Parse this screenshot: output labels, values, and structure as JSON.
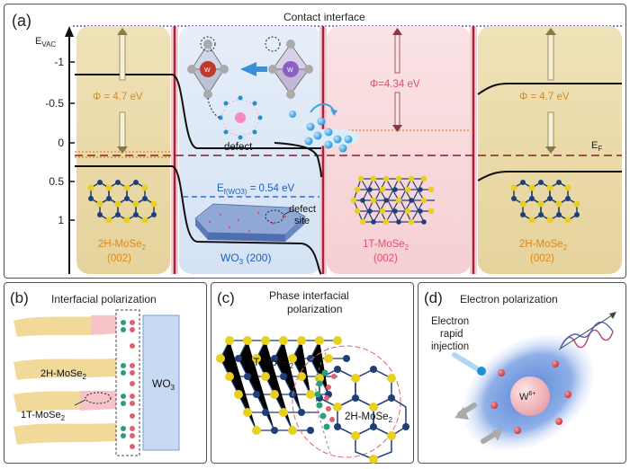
{
  "panel_a": {
    "label": "(a)",
    "contact_interface": "Contact interface",
    "evac": "E",
    "evac_sub": "VAC",
    "ticks": [
      "-1",
      "-0.5",
      "0",
      "0.5",
      "1"
    ],
    "ef": "E",
    "ef_sub": "F",
    "phi_left": "Φ = 4.7 eV",
    "phi_mid": "Φ=4.34 eV",
    "phi_right": "Φ = 4.7 eV",
    "defect": "defect",
    "w_label": "W",
    "ef_wo3": "E",
    "ef_wo3_sub": "f(WO3)",
    "ef_wo3_val": " = 0.54 eV",
    "defect_site_1": "defect",
    "defect_site_2": "site",
    "mat_left_1": "2H-MoSe",
    "mat_left_2": "(002)",
    "mat_wo3": "WO",
    "mat_wo3_b": "  (200)",
    "mat_mid_1": "1T-MoSe",
    "mat_mid_2": "(002)",
    "mat_right_1": "2H-MoSe",
    "mat_right_2": "(002)",
    "sub2": "2",
    "sub3": "3"
  },
  "panel_b": {
    "label": "(b)",
    "title": "Interfacial polarization",
    "label_2h": "2H-MoSe",
    "label_1t": "1T-MoSe",
    "label_wo3": "WO",
    "sub2": "2",
    "sub3": "3"
  },
  "panel_c": {
    "label": "(c)",
    "title_1": "Phase interfacial",
    "title_2": "polarization",
    "label_1t": "1T-MoSe",
    "label_2h": "2H-MoSe",
    "sub2": "2"
  },
  "panel_d": {
    "label": "(d)",
    "title": "Electron polarization",
    "inj_1": "Electron",
    "inj_2": "rapid",
    "inj_3": "injection",
    "ion": "W",
    "ion_sup": "6+"
  },
  "colors": {
    "gold": "#c8a23a",
    "pink": "#f2c6cb",
    "blue_panel": "#dbe7f6",
    "dark_red_line": "#a8203a",
    "navy": "#1f3f78",
    "yellow_atom": "#e8d020",
    "orange_text": "#d98a1a"
  }
}
